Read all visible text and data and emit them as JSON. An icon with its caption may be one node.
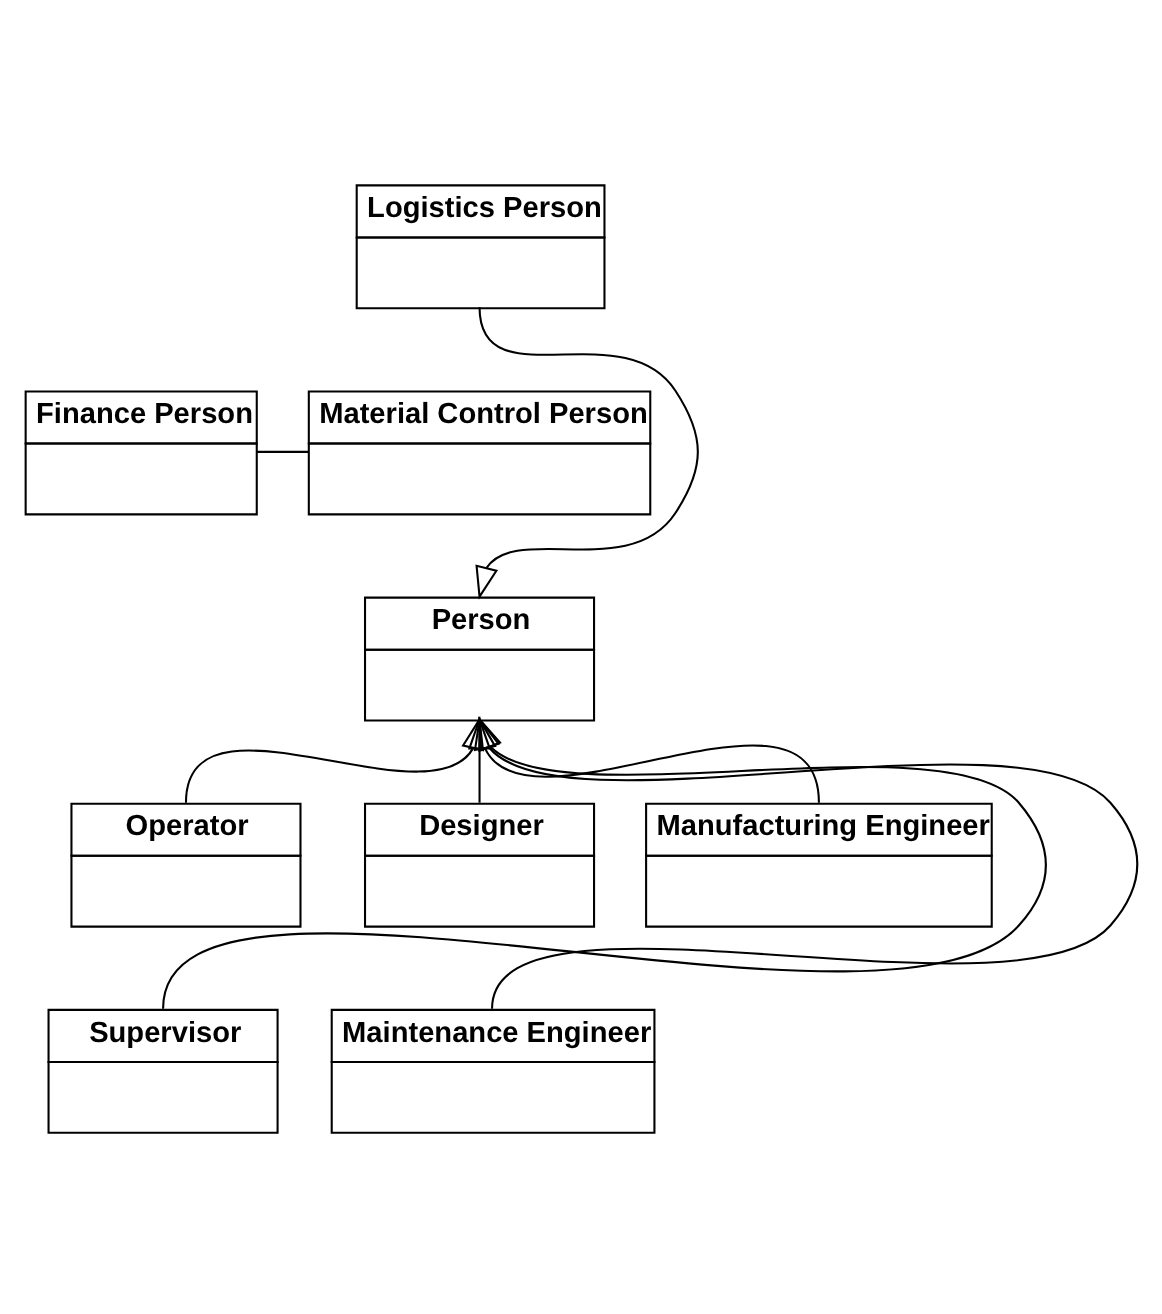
{
  "diagram": {
    "nodes": [
      {
        "text": [
          "Logistics Person"
        ]
      },
      {
        "text": [
          "Finance Person"
        ]
      },
      {
        "text": [
          "Material Control Person"
        ]
      },
      {
        "text": [
          "Person"
        ]
      },
      {
        "text": [
          "Operator"
        ]
      },
      {
        "text": [
          "Designer"
        ]
      },
      {
        "text": [
          "Manufacturing Engineer"
        ]
      },
      {
        "text": [
          "Supervisor"
        ]
      },
      {
        "text": [
          "Maintenance Engineer"
        ]
      }
    ],
    "edges": [
      {
        "from": 0,
        "to": 3,
        "arrow": "to"
      },
      {
        "from": 1,
        "to": 2,
        "arrow": "none"
      },
      {
        "from": 4,
        "to": 3,
        "arrow": "to"
      },
      {
        "from": 7,
        "to": 3,
        "arrow": "to"
      },
      {
        "from": 5,
        "to": 3,
        "arrow": "to"
      },
      {
        "from": 8,
        "to": 3,
        "arrow": "to"
      },
      {
        "from": 6,
        "to": 3,
        "arrow": "to"
      }
    ]
  }
}
